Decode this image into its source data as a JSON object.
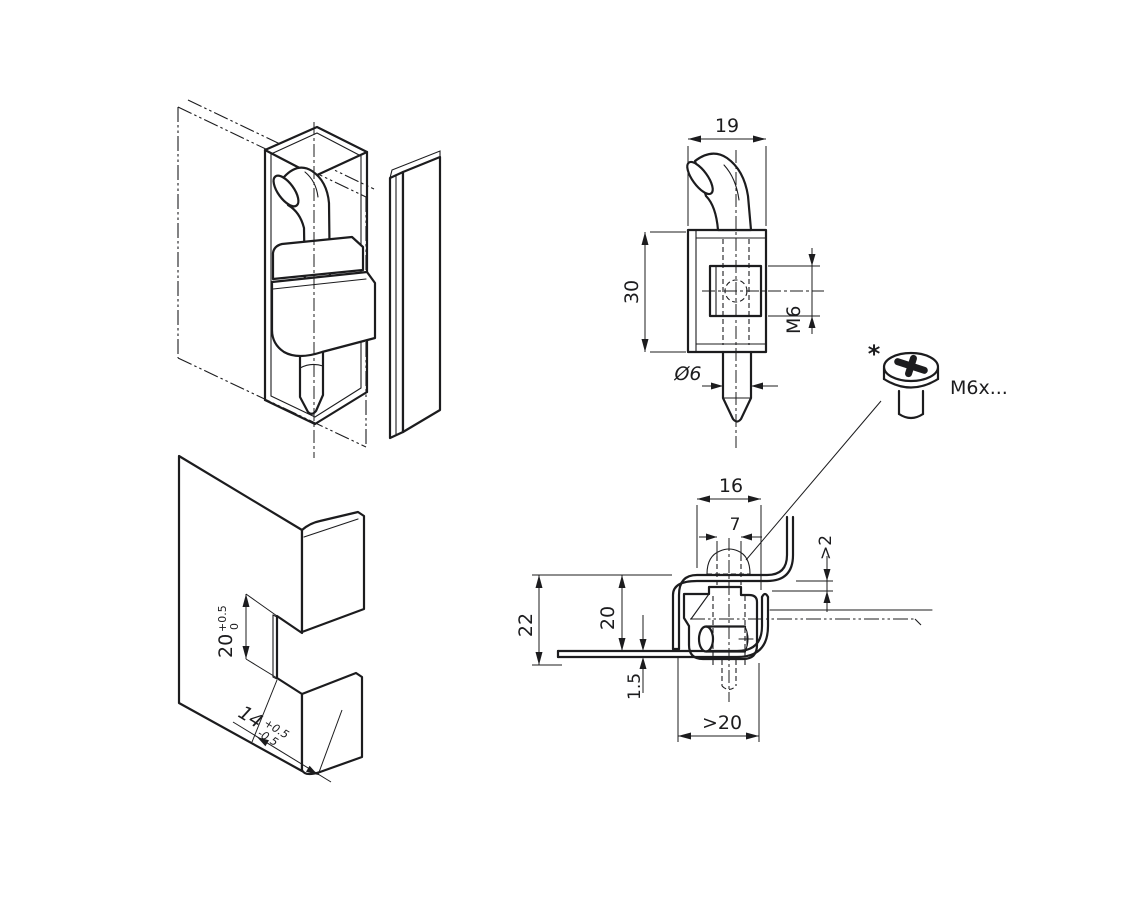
{
  "colors": {
    "line": "#1c1c1e",
    "background": "#ffffff"
  },
  "views": {
    "front": {
      "width": "19",
      "height": "30",
      "thread": "M6",
      "pin_diameter": "Ø6"
    },
    "section": {
      "body_width": "16",
      "screw_hole": "7",
      "min_gap": ">2",
      "total_depth": "22",
      "frame_to_door": "20",
      "sheet_thickness": "1.5",
      "min_clearance": ">20"
    },
    "cutout": {
      "height": {
        "value": "20",
        "tol_upper": "+0.5",
        "tol_lower": "0"
      },
      "depth": {
        "value": "14",
        "tol_upper": "+0.5",
        "tol_lower": "-0.5"
      }
    }
  },
  "screw": {
    "marker": "*",
    "label": "M6x..."
  }
}
